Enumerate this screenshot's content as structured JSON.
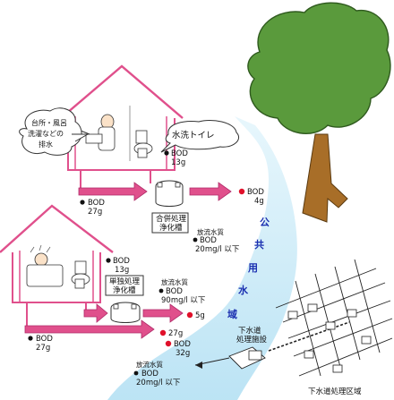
{
  "bubbles": {
    "kitchen": [
      "台所・風呂",
      "洗濯などの",
      "排水"
    ],
    "toilet": "水洗トイレ"
  },
  "house1": {
    "toilet_bod": [
      "BOD",
      "13g"
    ],
    "drain_bod": [
      "BOD",
      "27g"
    ]
  },
  "tank_combined": {
    "label": [
      "合併処理",
      "浄化槽"
    ],
    "discharge": [
      "放流水質",
      "BOD",
      "20mg/l 以下"
    ],
    "river_bod": [
      "BOD",
      "4g"
    ]
  },
  "house2": {
    "toilet_bod": [
      "BOD",
      "13g"
    ],
    "drain_bod": [
      "BOD",
      "27g"
    ]
  },
  "tank_single": {
    "label": [
      "単独処理",
      "浄化槽"
    ],
    "discharge": [
      "放流水質",
      "BOD",
      "90mg/l 以下"
    ],
    "river_out": "5g",
    "river_in": "27g",
    "total": [
      "BOD",
      "32g"
    ]
  },
  "river": {
    "name_chars": [
      "公",
      "共",
      "用",
      "水",
      "域"
    ]
  },
  "sewer": {
    "plant_label": [
      "下水道",
      "処理施設"
    ],
    "discharge": [
      "放流水質",
      "BOD",
      "20mg/l 以下"
    ],
    "area_label": "下水道処理区域"
  },
  "colors": {
    "arrow": "#e0508c",
    "arrow_outline": "#b02a68",
    "dot": "#e0102a",
    "river": "#c5e9f7",
    "foliage": "#5a9a3c",
    "trunk": "#a86e28",
    "text_blue": "#1a2fb0"
  }
}
